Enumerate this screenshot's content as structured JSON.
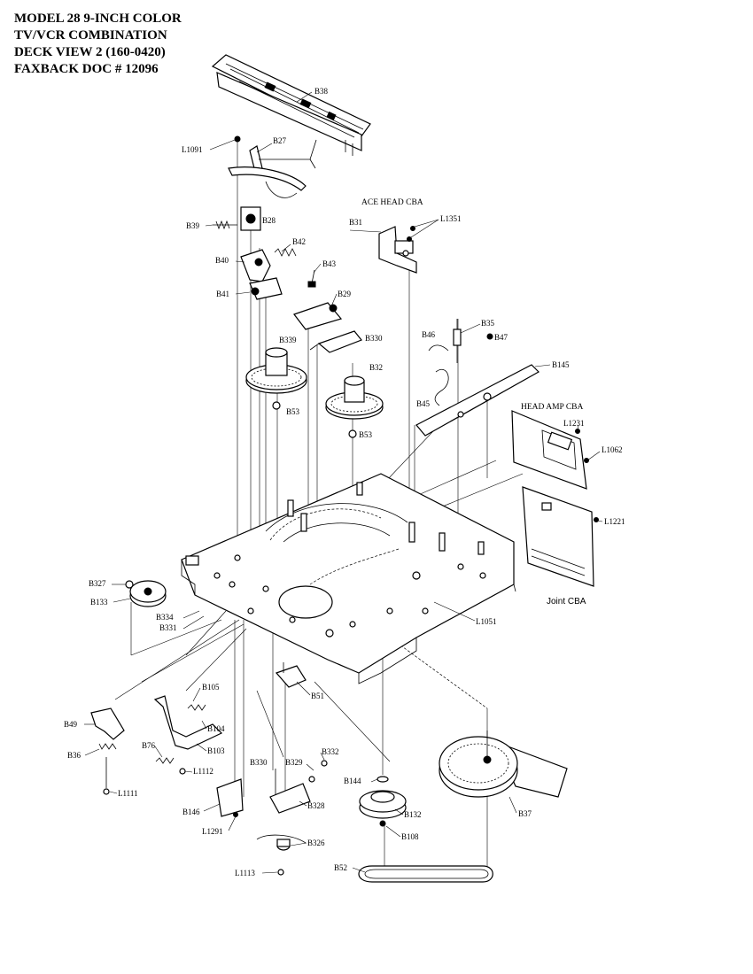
{
  "header": {
    "line1": "MODEL 28 9-INCH COLOR",
    "line2": "TV/VCR COMBINATION",
    "line3": "DECK VIEW 2  (160-0420)",
    "line4": "FAXBACK DOC # 12096"
  },
  "labels": {
    "b38": "B38",
    "l1091": "L1091",
    "b27": "B27",
    "b39": "B39",
    "b28": "B28",
    "b42": "B42",
    "b43": "B43",
    "b40": "B40",
    "b41": "B41",
    "b29": "B29",
    "b339": "B339",
    "b330_top": "B330",
    "b32": "B32",
    "b53_left": "B53",
    "b53_right": "B53",
    "ace_head_cba": "ACE HEAD CBA",
    "b31": "B31",
    "l1351": "L1351",
    "b35": "B35",
    "b46": "B46",
    "b47": "B47",
    "b145": "B145",
    "b45": "B45",
    "head_amp_cba": "HEAD AMP CBA",
    "l1231": "L1231",
    "l1062": "L1062",
    "l1221": "L1221",
    "joint_cba": "Joint CBA",
    "b327": "B327",
    "b133": "B133",
    "b334": "B334",
    "b331": "B331",
    "l1051": "L1051",
    "b51": "B51",
    "b105": "B105",
    "b49": "B49",
    "b104": "B104",
    "b76": "B76",
    "b103": "B103",
    "b36": "B36",
    "l1112": "L1112",
    "l1111": "L1111",
    "b330_bottom": "B330",
    "b329": "B329",
    "b332": "B332",
    "b144": "B144",
    "b146": "B146",
    "b328": "B328",
    "b132": "B132",
    "l1291": "L1291",
    "b108": "B108",
    "b37": "B37",
    "b326": "B326",
    "l1113": "L1113",
    "b52": "B52"
  }
}
